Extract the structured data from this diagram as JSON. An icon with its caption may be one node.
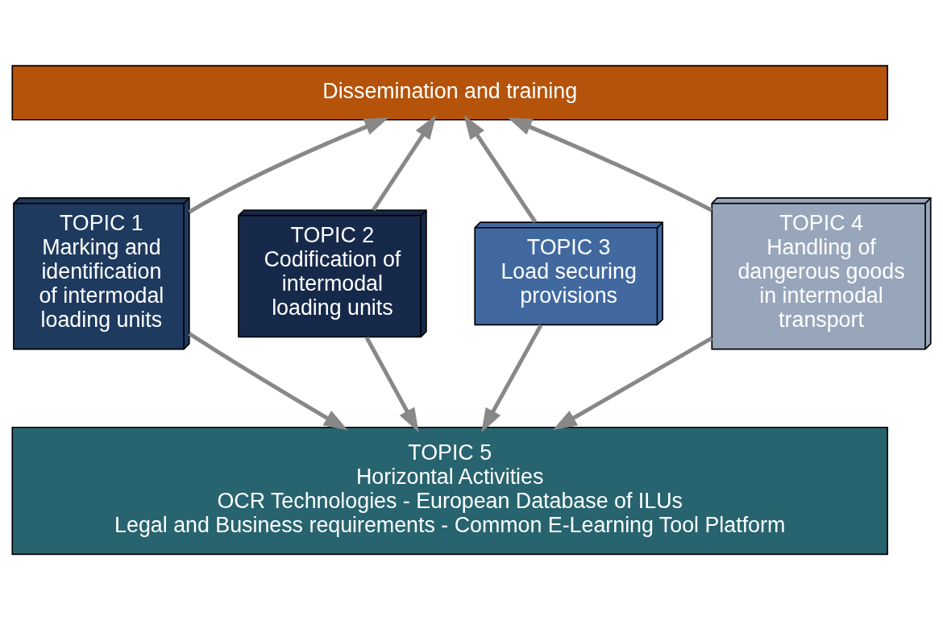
{
  "diagram": {
    "nodes": [
      {
        "text": [
          "Dissemination and training"
        ]
      },
      {
        "text": [
          "TOPIC 1",
          "Marking and identification of intermodal loading units"
        ]
      },
      {
        "text": [
          "TOPIC 2",
          "Codification of intermodal loading units"
        ]
      },
      {
        "text": [
          "TOPIC 3",
          "Load securing provisions"
        ]
      },
      {
        "text": [
          "TOPIC 4",
          "Handling of dangerous goods in intermodal transport"
        ]
      },
      {
        "text": [
          "TOPIC 5",
          "Horizontal Activities",
          "OCR Technologies - European Database of ILUs",
          "Legal and Business requirements - Common E-Learning Tool Platform"
        ]
      }
    ],
    "edges": [
      {
        "from": 1,
        "to": 0,
        "arrow": "to"
      },
      {
        "from": 2,
        "to": 0,
        "arrow": "to"
      },
      {
        "from": 3,
        "to": 0,
        "arrow": "to"
      },
      {
        "from": 4,
        "to": 0,
        "arrow": "to"
      },
      {
        "from": 1,
        "to": 5,
        "arrow": "to"
      },
      {
        "from": 2,
        "to": 5,
        "arrow": "to"
      },
      {
        "from": 3,
        "to": 5,
        "arrow": "to"
      },
      {
        "from": 4,
        "to": 5,
        "arrow": "to"
      }
    ]
  }
}
